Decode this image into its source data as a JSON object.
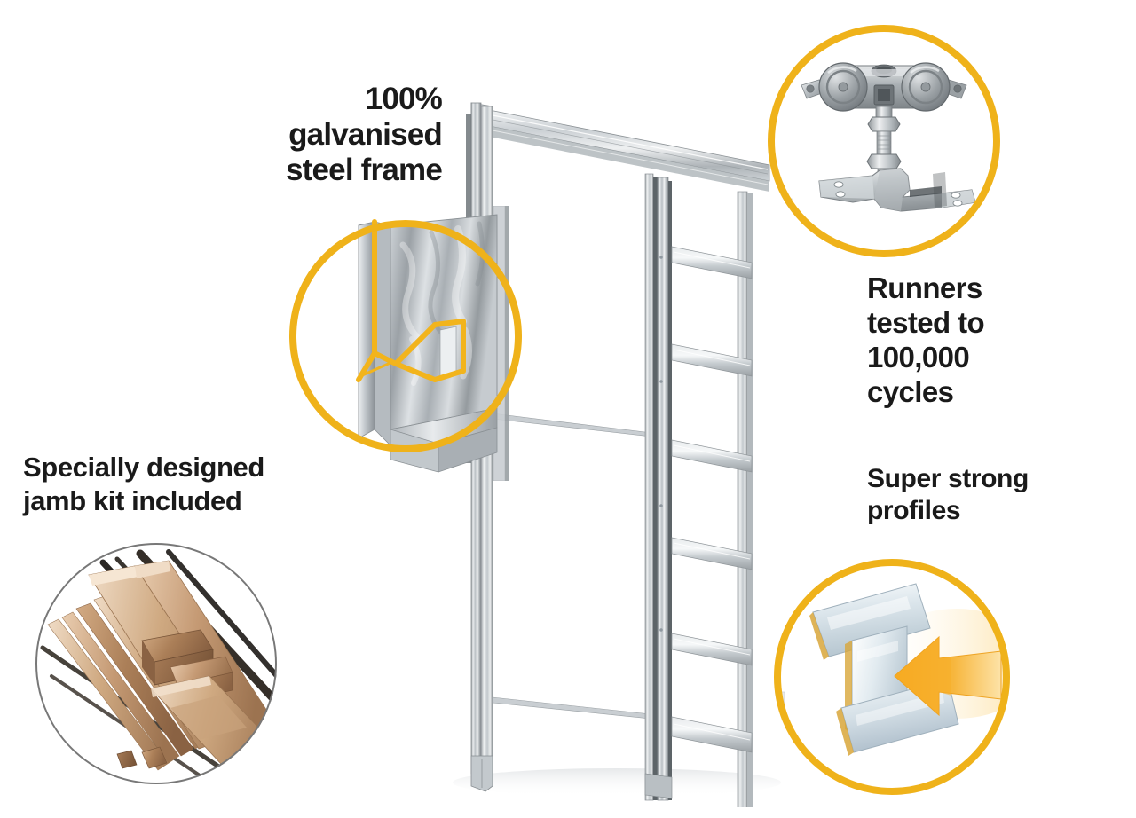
{
  "page": {
    "title": "Pocket door frame features",
    "background_color": "#ffffff",
    "accent_color": "#efb21a",
    "text_color": "#1a1a1a",
    "ring_grey": "#787878"
  },
  "labels": {
    "galvanised": {
      "text": "100%\ngalvanised\nsteel frame",
      "align": "right"
    },
    "runners": {
      "text": "Runners\ntested to\n100,000\ncycles",
      "align": "left"
    },
    "profiles": {
      "text": "Super strong\nprofiles",
      "align": "left"
    },
    "jamb": {
      "text": "Specially designed\njamb kit included",
      "align": "left"
    }
  },
  "callouts": [
    {
      "id": "runners",
      "name": "runner-hardware-callout",
      "ring_color": "#efb21a",
      "ring_width": 8,
      "depicts": "four-wheel sliding door runner carriage with threaded hanger bolt and steel mounting bracket"
    },
    {
      "id": "galvanised",
      "name": "galvanised-profile-callout",
      "ring_color": "#efb21a",
      "ring_width": 8,
      "depicts": "cutaway of folded galvanised steel stud profile with yellow highlighted folded edges"
    },
    {
      "id": "profiles",
      "name": "strong-profile-callout",
      "ring_color": "#efb21a",
      "ring_width": 8,
      "depicts": "Z shaped light blue-grey steel profile with large orange arrow pressing into it"
    },
    {
      "id": "jamb",
      "name": "jamb-kit-callout",
      "ring_color": "#787878",
      "ring_width": 2,
      "depicts": "fan of timber jamb kit strips and linings"
    }
  ],
  "product": {
    "name": "galvanised-steel-pocket-door-frame",
    "description": "perspective view of an assembled galvanised steel pocket door frame with head track, vertical jambs, split stud cage and horizontal cross rails",
    "cross_rail_count": 6
  }
}
